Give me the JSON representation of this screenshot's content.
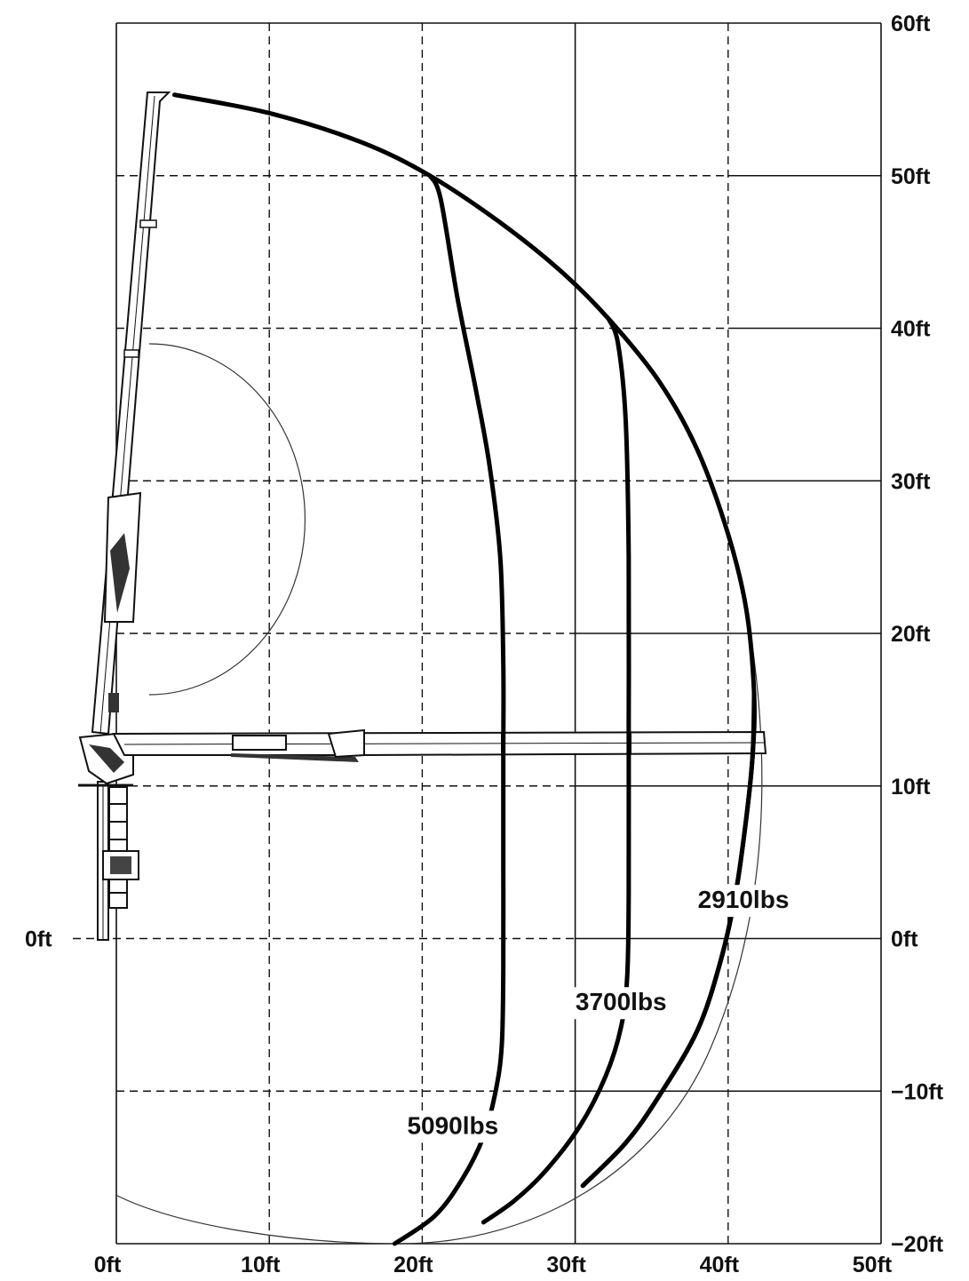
{
  "chart_data": {
    "type": "line",
    "x_axis": {
      "range": [
        0,
        50
      ],
      "ticks": [
        0,
        10,
        20,
        30,
        40,
        50
      ],
      "tick_labels": [
        "0ft",
        "10ft",
        "20ft",
        "30ft",
        "40ft",
        "50ft"
      ]
    },
    "y_axis": {
      "range": [
        -20,
        60
      ],
      "ticks": [
        60,
        50,
        40,
        30,
        20,
        10,
        0,
        -10,
        -20
      ],
      "tick_labels": [
        "60ft",
        "50ft",
        "40ft",
        "30ft",
        "20ft",
        "10ft",
        "0ft",
        "−10ft",
        "−20ft"
      ],
      "left_label": "0ft"
    },
    "grid": true,
    "outer_envelope": [
      [
        3.8,
        55.3
      ],
      [
        10,
        54.1
      ],
      [
        16,
        52.2
      ],
      [
        20.5,
        50
      ],
      [
        25,
        47
      ],
      [
        29,
        43.8
      ],
      [
        32.2,
        40.6
      ],
      [
        35.5,
        36.5
      ],
      [
        38,
        32
      ],
      [
        40,
        26.5
      ],
      [
        41.2,
        21.5
      ],
      [
        41.7,
        16
      ],
      [
        41.6,
        12
      ],
      [
        41.2,
        8
      ],
      [
        40.5,
        3
      ],
      [
        39.5,
        -1.5
      ],
      [
        38,
        -6
      ],
      [
        35.5,
        -10.3
      ],
      [
        33.3,
        -13.4
      ],
      [
        30.5,
        -16.2
      ]
    ],
    "series": [
      {
        "name": "5090lbs",
        "points": [
          [
            20.5,
            50
          ],
          [
            21.2,
            48.5
          ],
          [
            22.3,
            42
          ],
          [
            23.5,
            36
          ],
          [
            24.4,
            31
          ],
          [
            25.1,
            25
          ],
          [
            25.3,
            18
          ],
          [
            25.3,
            12
          ],
          [
            25.3,
            5
          ],
          [
            25.3,
            -2
          ],
          [
            25.2,
            -7
          ],
          [
            24.8,
            -10
          ],
          [
            24,
            -13
          ],
          [
            22.6,
            -15.8
          ],
          [
            20.8,
            -18.2
          ],
          [
            18.2,
            -20
          ]
        ]
      },
      {
        "name": "3700lbs",
        "points": [
          [
            32.2,
            40.6
          ],
          [
            32.8,
            39
          ],
          [
            33.3,
            34
          ],
          [
            33.5,
            25
          ],
          [
            33.5,
            14
          ],
          [
            33.5,
            3
          ],
          [
            33.4,
            -2.5
          ],
          [
            33,
            -5.8
          ],
          [
            32,
            -9
          ],
          [
            30.3,
            -12.3
          ],
          [
            28,
            -15.3
          ],
          [
            26,
            -17.2
          ],
          [
            24,
            -18.6
          ]
        ]
      },
      {
        "name": "2910lbs",
        "points": [
          [
            41.7,
            16
          ],
          [
            41.6,
            12
          ],
          [
            41.2,
            8
          ],
          [
            40.5,
            3
          ],
          [
            39.5,
            -1.5
          ],
          [
            38,
            -6
          ],
          [
            35.5,
            -10.3
          ],
          [
            33.3,
            -13.4
          ],
          [
            30.5,
            -16.2
          ]
        ]
      }
    ],
    "annotations": [
      "5090lbs",
      "3700lbs",
      "2910lbs"
    ]
  }
}
